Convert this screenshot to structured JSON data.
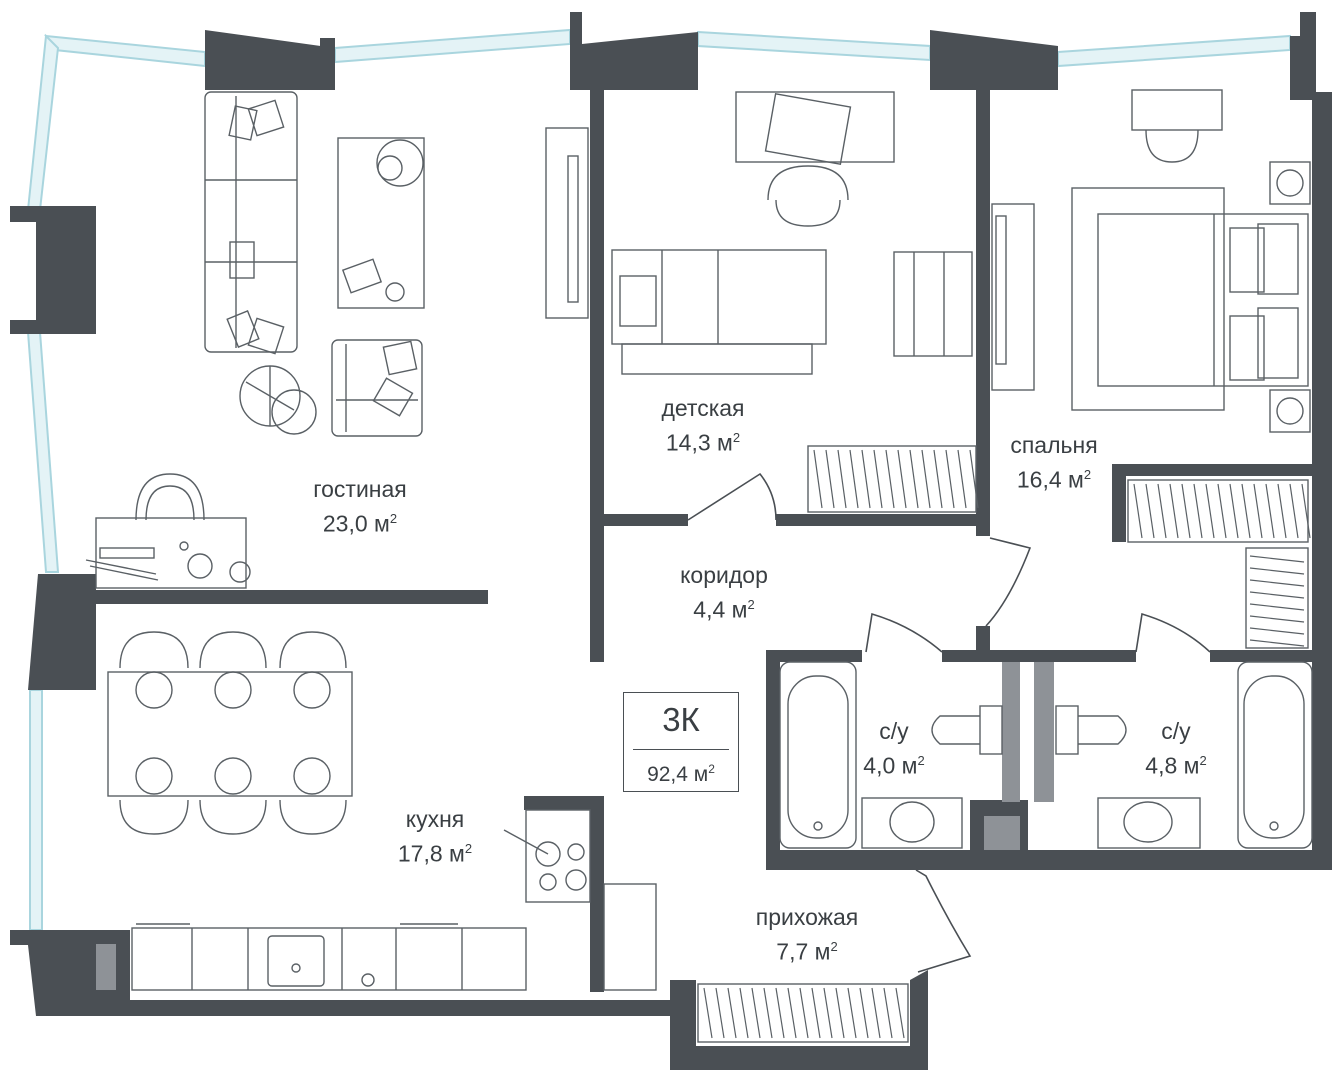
{
  "colors": {
    "wall": "#4a4f54",
    "window_frame": "#a9d5de",
    "window_fill": "#e4f3f6",
    "furniture": "#5a6065",
    "shaft": "#8e9297"
  },
  "apartment": {
    "type": "3К",
    "total_area": "92,4 м",
    "unit_sup": "2"
  },
  "rooms": [
    {
      "id": "living",
      "name": "гостиная",
      "area": "23,0 м",
      "sup": "2"
    },
    {
      "id": "kids",
      "name": "детская",
      "area": "14,3 м",
      "sup": "2"
    },
    {
      "id": "bedroom",
      "name": "спальня",
      "area": "16,4 м",
      "sup": "2"
    },
    {
      "id": "corridor",
      "name": "коридор",
      "area": "4,4 м",
      "sup": "2"
    },
    {
      "id": "bath1",
      "name": "с/у",
      "area": "4,0 м",
      "sup": "2"
    },
    {
      "id": "bath2",
      "name": "с/у",
      "area": "4,8 м",
      "sup": "2"
    },
    {
      "id": "kitchen",
      "name": "кухня",
      "area": "17,8 м",
      "sup": "2"
    },
    {
      "id": "hall",
      "name": "прихожая",
      "area": "7,7 м",
      "sup": "2"
    }
  ]
}
